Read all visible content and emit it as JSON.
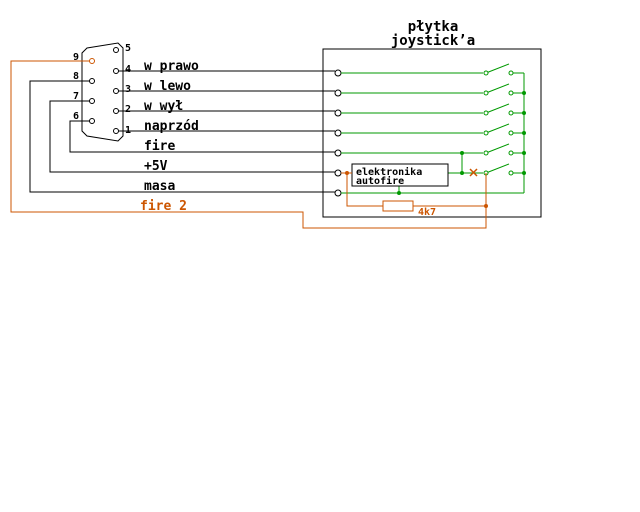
{
  "board": {
    "title_line1": "płytka",
    "title_line2": "joystick’a"
  },
  "connector": {
    "pins": [
      "9",
      "8",
      "7",
      "6",
      "5",
      "4",
      "3",
      "2",
      "1"
    ]
  },
  "signals": {
    "right": "w prawo",
    "left": "w lewo",
    "down": "w wył",
    "up": "naprzód",
    "fire": "fire",
    "vcc": "+5V",
    "gnd": "masa",
    "fire2": "fire 2"
  },
  "module": {
    "line1": "elektronika",
    "line2": "autofire"
  },
  "resistor": {
    "value": "4k7"
  },
  "colors": {
    "wire": "#000000",
    "board_wire": "#009900",
    "fire2": "#cc5500",
    "junction": "#009900"
  }
}
